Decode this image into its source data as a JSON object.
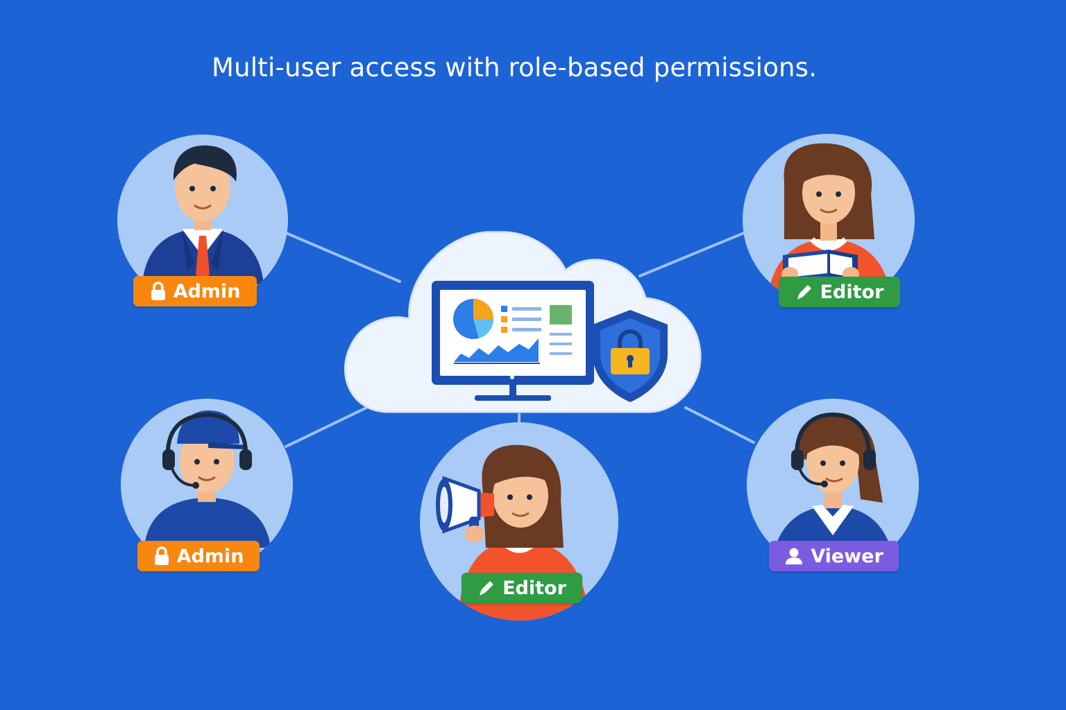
{
  "title": "Multi-user access with role-based permissions.",
  "colors": {
    "background": "#1c63d6",
    "admin": "#f7870f",
    "editor": "#2f9b43",
    "viewer": "#7b5ce0",
    "node_circle": "#a9cbf5",
    "cloud": "#eef4fd"
  },
  "users": [
    {
      "id": "user-top-left",
      "avatar": "businessman-avatar",
      "role": "Admin",
      "role_icon": "lock-icon"
    },
    {
      "id": "user-bottom-left",
      "avatar": "support-agent-avatar",
      "role": "Admin",
      "role_icon": "lock-icon"
    },
    {
      "id": "user-bottom-center",
      "avatar": "marketer-avatar",
      "role": "Editor",
      "role_icon": "pencil-icon"
    },
    {
      "id": "user-top-right",
      "avatar": "reader-avatar",
      "role": "Editor",
      "role_icon": "pencil-icon"
    },
    {
      "id": "user-bottom-right",
      "avatar": "helpdesk-avatar",
      "role": "Viewer",
      "role_icon": "user-icon"
    }
  ],
  "center": {
    "icon": "cloud-dashboard-icon",
    "security_icon": "shield-lock-icon"
  }
}
